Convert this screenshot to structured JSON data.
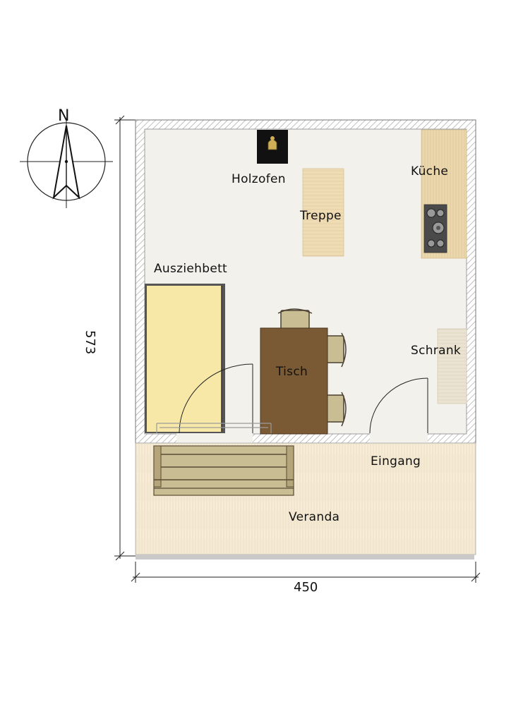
{
  "compass": {
    "north_label": "N"
  },
  "dimensions": {
    "width_label": "450",
    "height_label": "573"
  },
  "rooms": {
    "holzofen": "Holzofen",
    "treppe": "Treppe",
    "kueche": "Küche",
    "ausziehbett": "Ausziehbett",
    "tisch": "Tisch",
    "schrank": "Schrank",
    "eingang": "Eingang",
    "veranda": "Veranda"
  },
  "colors": {
    "floor": "#f3f1ec",
    "wall": "#a0a0a0",
    "wood": "#ecdcb6",
    "bed": "#f8e8a8",
    "table": "#7a5a34",
    "chair": "#c9bd93",
    "veranda": "#f4e9d4"
  }
}
